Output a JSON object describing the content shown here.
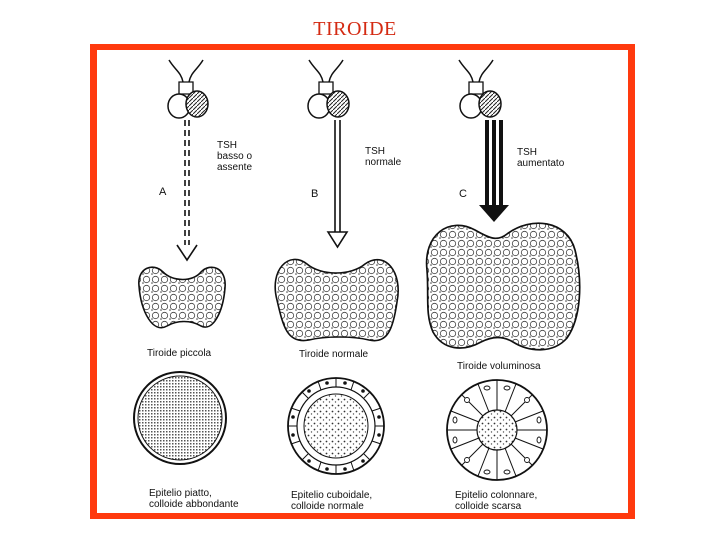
{
  "slide": {
    "title": "TIROIDE",
    "frame_color": "#ff3a0e",
    "title_color": "#d42a12"
  },
  "panels": [
    {
      "letter": "A",
      "tsh_label": "TSH\nbasso o\nassente",
      "gland_label": "Tiroide piccola",
      "follicle_label": "Epitelio piatto,\ncolloide abbondante"
    },
    {
      "letter": "B",
      "tsh_label": "TSH\nnormale",
      "gland_label": "Tiroide normale",
      "follicle_label": "Epitelio cuboidale,\ncolloide normale"
    },
    {
      "letter": "C",
      "tsh_label": "TSH\naumentato",
      "gland_label": "Tiroide voluminosa",
      "follicle_label": "Epitelio colonnare,\ncolloide scarsa"
    }
  ]
}
